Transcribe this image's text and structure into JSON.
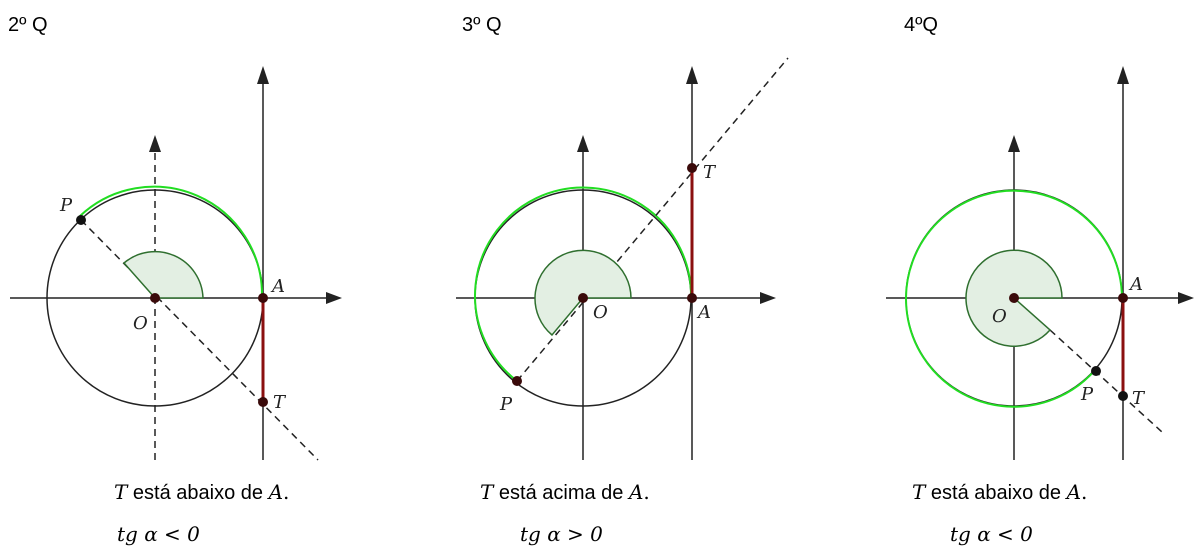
{
  "panels": [
    {
      "title": "2º Q",
      "labels": {
        "P": "P",
        "O": "O",
        "A": "A",
        "T": "T"
      },
      "caption": {
        "t": "T",
        "middle": " está abaixo de ",
        "a": "A",
        "end": "."
      },
      "inequality": "tg α < 0"
    },
    {
      "title": "3º Q",
      "labels": {
        "P": "P",
        "O": "O",
        "A": "A",
        "T": "T"
      },
      "caption": {
        "t": "T",
        "middle": " está acima de ",
        "a": "A",
        "end": "."
      },
      "inequality": "tg α > 0"
    },
    {
      "title": "4ºQ",
      "labels": {
        "P": "P",
        "O": "O",
        "A": "A",
        "T": "T"
      },
      "caption": {
        "t": "T",
        "middle": " está abaixo de ",
        "a": "A",
        "end": "."
      },
      "inequality": "tg α < 0"
    }
  ],
  "colors": {
    "arc": "#22dd22",
    "tangent_segment": "#8b1010",
    "angle_fill": "#e3efe3",
    "angle_stroke": "#2f6f2f",
    "point": "#111111",
    "circle": "#222222"
  }
}
